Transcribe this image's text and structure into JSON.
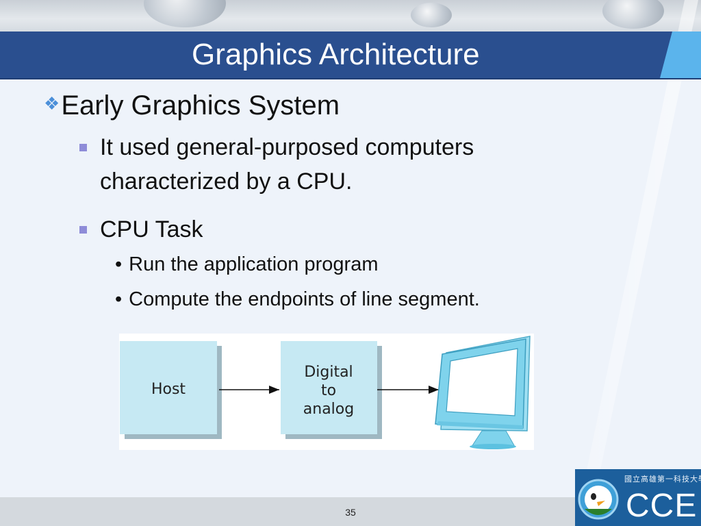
{
  "slide": {
    "title": "Graphics Architecture",
    "bullets": [
      {
        "level": 1,
        "marker": "❖",
        "text": "Early Graphics System"
      },
      {
        "level": 2,
        "text": "It used general-purposed computers characterized by a CPU."
      },
      {
        "level": 2,
        "text": "CPU Task"
      },
      {
        "level": 3,
        "marker": "•",
        "text": "Run the application program"
      },
      {
        "level": 3,
        "marker": "•",
        "text": "Compute the endpoints of line segment."
      }
    ],
    "figure": {
      "host_label": "Host",
      "dac_lines": [
        "Digital",
        "to",
        "analog"
      ]
    },
    "page_number": "35",
    "logo": {
      "university": "國立高雄第一科技大學",
      "text": "CCE"
    }
  },
  "colors": {
    "title_bar": "#2a4f8f",
    "accent": "#5bb4ec",
    "box_fill": "#c6e9f3",
    "logo_bg": "#1c5f9c"
  },
  "icons": {
    "level1_bullet": "four-diamond-icon",
    "level2_bullet": "square-bullet-icon",
    "level3_bullet": "dot-bullet-icon",
    "monitor": "crt-monitor-icon"
  }
}
